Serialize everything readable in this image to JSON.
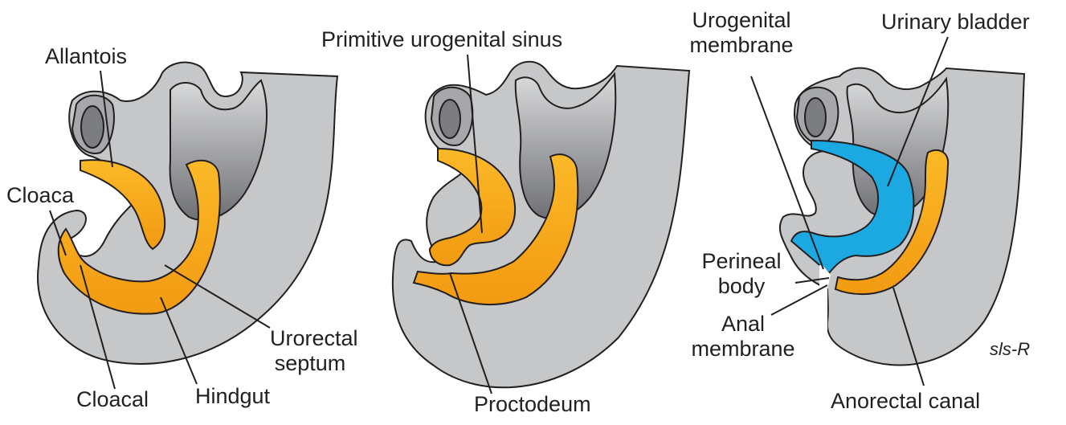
{
  "colors": {
    "tissue": "#c6c7c9",
    "tissue_dark": "#a6a7aa",
    "cavity_dark": "#7c7d80",
    "outline": "#231f20",
    "endoderm": "#f6a81c",
    "bladder": "#1ca8e0",
    "background": "#ffffff"
  },
  "panel_left": {
    "labels": {
      "allantois": "Allantois",
      "cloaca": "Cloaca",
      "urorectal_septum_1": "Urorectal",
      "urorectal_septum_2": "septum",
      "cloacal_membrane": "Cloacal",
      "hindgut": "Hindgut"
    }
  },
  "panel_middle": {
    "labels": {
      "primitive_urogenital_sinus": "Primitive urogenital sinus",
      "proctodeum": "Proctodeum"
    }
  },
  "panel_right": {
    "labels": {
      "urogenital_membrane_1": "Urogenital",
      "urogenital_membrane_2": "membrane",
      "urinary_bladder": "Urinary bladder",
      "perineal_body_1": "Perineal",
      "perineal_body_2": "body",
      "anal_membrane_1": "Anal",
      "anal_membrane_2": "membrane",
      "anorectal_canal": "Anorectal canal",
      "signature": "sls-R"
    }
  }
}
